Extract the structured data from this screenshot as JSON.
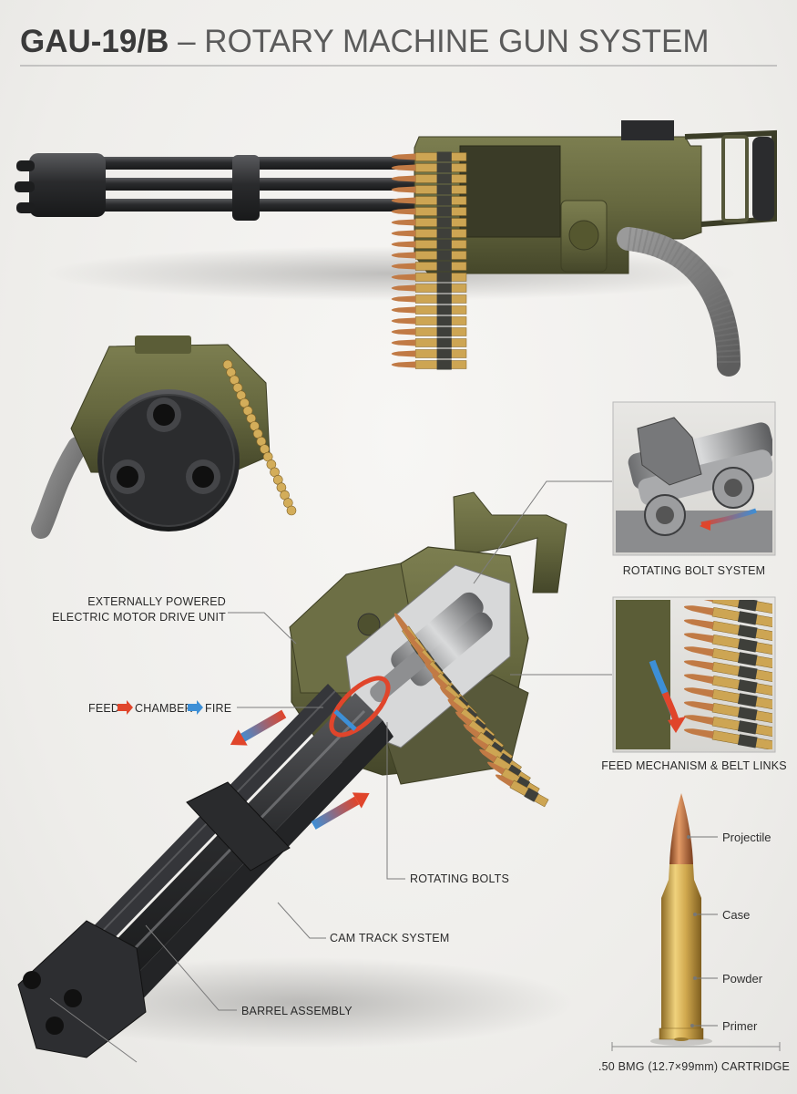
{
  "title": {
    "bold": "GAU-19/B",
    "rest": " – ROTARY MACHINE GUN SYSTEM"
  },
  "callouts": {
    "motor_line1": "EXTERNALLY POWERED",
    "motor_line2": "ELECTRIC MOTOR DRIVE UNIT",
    "cycle_feed": "FEED",
    "cycle_chamber": "CHAMBER",
    "cycle_fire": "FIRE",
    "rotating_bolts": "ROTATING BOLTS",
    "cam_track": "CAM TRACK SYSTEM",
    "barrel_assembly": "BARREL ASSEMBLY"
  },
  "insets": {
    "bolt_caption": "ROTATING BOLT SYSTEM",
    "feed_caption": "FEED MECHANISM & BELT LINKS"
  },
  "cartridge": {
    "projectile": "Projectile",
    "case": "Case",
    "powder": "Powder",
    "primer": "Primer",
    "caption": ".50 BMG (12.7×99mm) CARTRIDGE"
  },
  "colors": {
    "olive": "#66683f",
    "olive_dark": "#4a4c2c",
    "steel": "#2c2d2f",
    "brass": "#c9a24a",
    "copper": "#b46a3c",
    "arrow_red": "#e0452b",
    "arrow_blue": "#3d8fd6"
  }
}
